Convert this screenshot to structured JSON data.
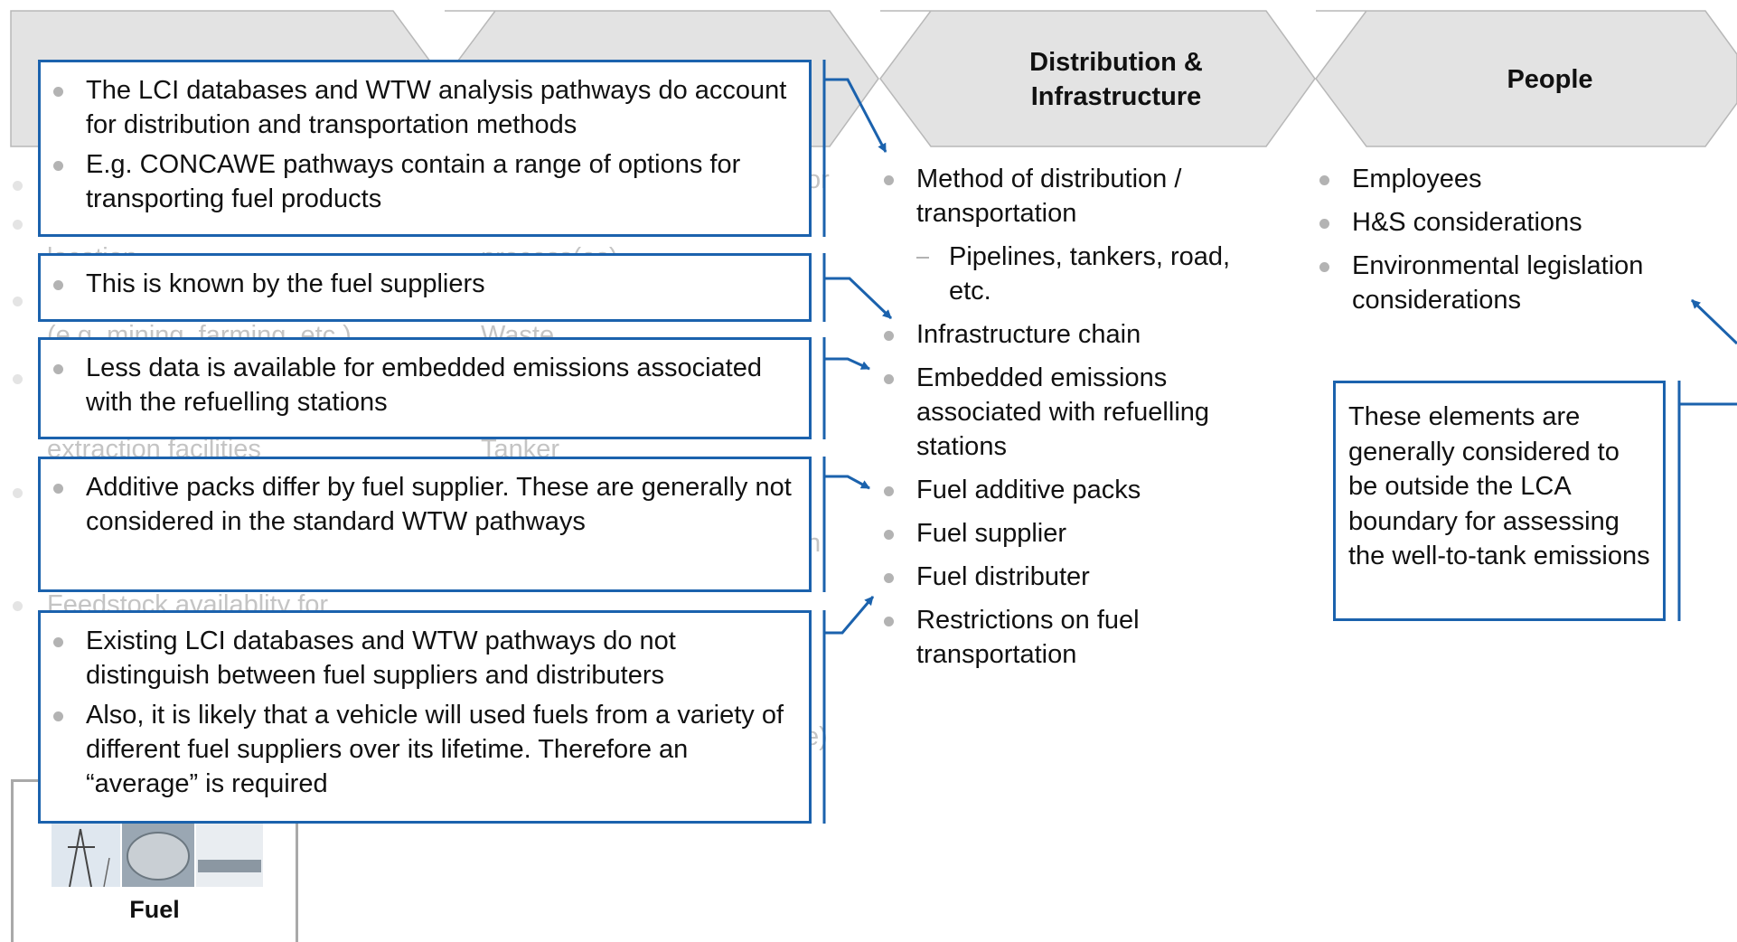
{
  "chevrons": [
    {
      "title_line1": "",
      "title_line2": ""
    },
    {
      "title_line1": "",
      "title_line2": ""
    },
    {
      "title_line1": "Distribution &",
      "title_line2": "Infrastructure"
    },
    {
      "title_line1": "People",
      "title_line2": ""
    }
  ],
  "distribution": {
    "items": [
      "Method of distribution / transportation",
      "Pipelines, tankers, road, etc.",
      "Infrastructure chain",
      "Embedded emissions associated with refuelling stations",
      "Fuel additive packs",
      "Fuel supplier",
      "Fuel distributer",
      "Restrictions on fuel transportation"
    ]
  },
  "people": {
    "items": [
      "Employees",
      "H&S considerations",
      "Environmental legislation considerations"
    ]
  },
  "callouts": [
    {
      "items": [
        "The LCI databases and WTW analysis pathways do account for distribution and transportation methods",
        "E.g. CONCAWE pathways contain a range of options for transporting fuel products"
      ]
    },
    {
      "items": [
        "This is known by the fuel suppliers"
      ]
    },
    {
      "items": [
        "Less data is available for embedded emissions associated with the refuelling stations"
      ]
    },
    {
      "items": [
        "Additive packs differ by fuel supplier.  These are generally not considered in the standard WTW pathways"
      ]
    },
    {
      "items": [
        "Existing LCI databases and WTW pathways do not distinguish between fuel suppliers and distributers",
        "Also, it is likely that a vehicle will used fuels from a variety of different fuel suppliers over its lifetime. Therefore an “average” is required"
      ]
    }
  ],
  "note": {
    "text": "These elements are generally considered to be outside the LCA boundary for assessing the well-to-tank emissions"
  },
  "ghost_text": {
    "col1": [
      "location",
      "(e.g. mining, farming, etc.)",
      "extraction facilities",
      "Feedstock availablity for"
    ],
    "col2": [
      "process(es)",
      "Waste",
      "Tanker",
      "or",
      "n",
      "e)"
    ]
  },
  "fuel_box": {
    "label": "Fuel"
  },
  "colors": {
    "accent": "#1b62ad",
    "chevron_fill": "#e3e3e3",
    "chevron_stroke": "#b8b8b8",
    "bullet": "#b3b3b3"
  }
}
